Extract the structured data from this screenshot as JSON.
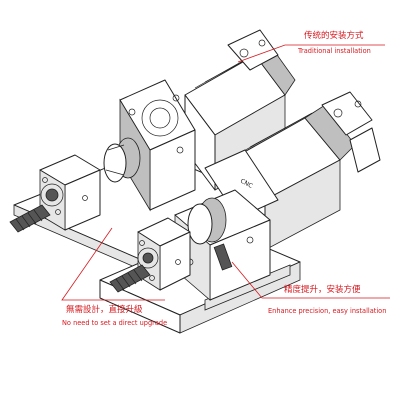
{
  "labels": {
    "traditional_cn": "传统的安装方式",
    "traditional_en": "Traditional installation",
    "no_upgrade_cn": "無需設計，直接升級",
    "no_upgrade_en": "No need to set a direct upgrade",
    "enhance_cn": "精度提升，安装方便",
    "enhance_en": "Enhance precision, easy installation",
    "motor_brand": "CNC"
  },
  "colors": {
    "label": "#d7191f",
    "line": "#222222",
    "shade": "#bfbfbf"
  }
}
